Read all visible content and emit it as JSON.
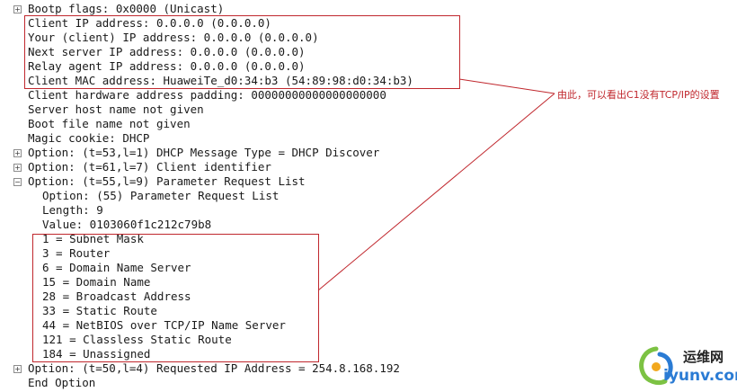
{
  "tree": [
    {
      "text": "Bootp flags: 0x0000 (Unicast)",
      "expander": "+"
    },
    {
      "text": "Client IP address: 0.0.0.0 (0.0.0.0)",
      "expander": ""
    },
    {
      "text": "Your (client) IP address: 0.0.0.0 (0.0.0.0)",
      "expander": ""
    },
    {
      "text": "Next server IP address: 0.0.0.0 (0.0.0.0)",
      "expander": ""
    },
    {
      "text": "Relay agent IP address: 0.0.0.0 (0.0.0.0)",
      "expander": ""
    },
    {
      "text": "Client MAC address: HuaweiTe_d0:34:b3 (54:89:98:d0:34:b3)",
      "expander": ""
    },
    {
      "text": "Client hardware address padding: 00000000000000000000",
      "expander": ""
    },
    {
      "text": "Server host name not given",
      "expander": ""
    },
    {
      "text": "Boot file name not given",
      "expander": ""
    },
    {
      "text": "Magic cookie: DHCP",
      "expander": ""
    },
    {
      "text": "Option: (t=53,l=1) DHCP Message Type = DHCP Discover",
      "expander": "+"
    },
    {
      "text": "Option: (t=61,l=7) Client identifier",
      "expander": "+"
    },
    {
      "text": "Option: (t=55,l=9) Parameter Request List",
      "expander": "−"
    },
    {
      "text": "Option: (55) Parameter Request List",
      "expander": ""
    },
    {
      "text": "Length: 9",
      "expander": ""
    },
    {
      "text": "Value: 0103060f1c212c79b8",
      "expander": ""
    },
    {
      "text": "1 = Subnet Mask",
      "expander": ""
    },
    {
      "text": "3 = Router",
      "expander": ""
    },
    {
      "text": "6 = Domain Name Server",
      "expander": ""
    },
    {
      "text": "15 = Domain Name",
      "expander": ""
    },
    {
      "text": "28 = Broadcast Address",
      "expander": ""
    },
    {
      "text": "33 = Static Route",
      "expander": ""
    },
    {
      "text": "44 = NetBIOS over TCP/IP Name Server",
      "expander": ""
    },
    {
      "text": "121 = Classless Static Route",
      "expander": ""
    },
    {
      "text": "184 = Unassigned",
      "expander": ""
    },
    {
      "text": "Option: (t=50,l=4) Requested IP Address = 254.8.168.192",
      "expander": "+"
    },
    {
      "text": "End Option",
      "expander": ""
    }
  ],
  "annotation": {
    "text": "由此，可以看出C1没有TCP/IP的设置",
    "color": "#c0272d"
  },
  "watermark": {
    "cn": "运维网",
    "en": "iyunv.com",
    "accent": "#2a7bd4"
  },
  "colors": {
    "highlight_box": "#c0272d",
    "text": "#1a1a1a"
  }
}
